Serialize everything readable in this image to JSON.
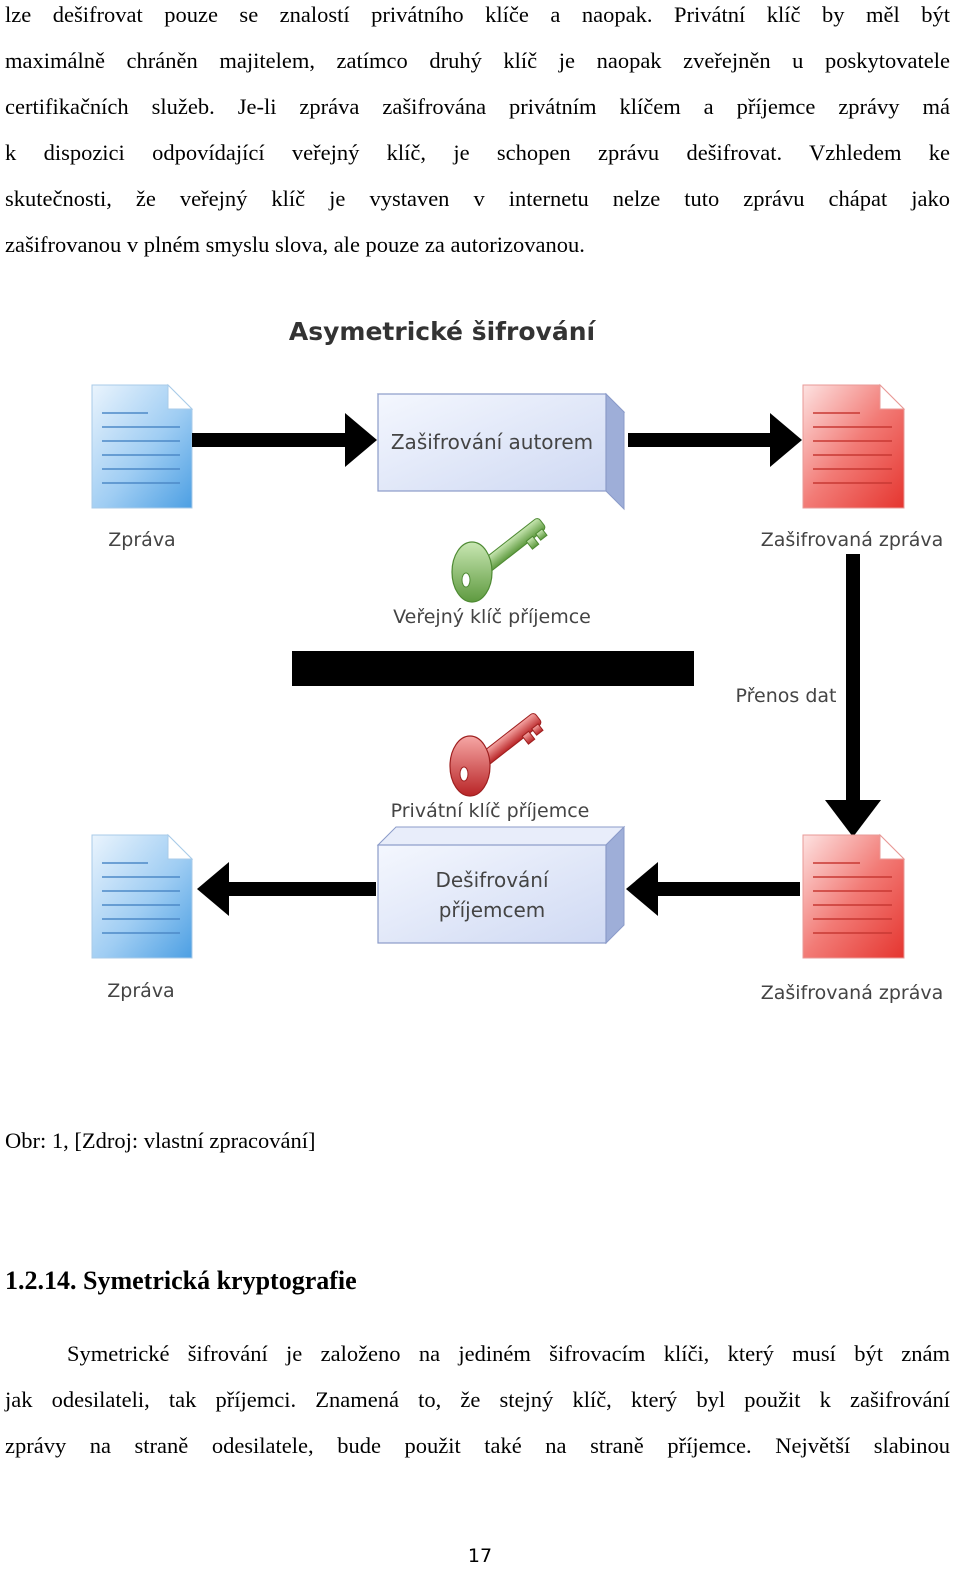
{
  "top_paragraph": {
    "lines": [
      "lze dešifrovat pouze se znalostí privátního klíče a naopak. Privátní klíč by měl být",
      "maximálně chráněn majitelem, zatímco druhý klíč je naopak zveřejněn u poskytovatele",
      "certifikačních služeb. Je-li zpráva zašifrována privátním klíčem a příjemce zprávy má",
      "k dispozici odpovídající veřejný klíč, je schopen zprávu dešifrovat. Vzhledem ke",
      "skutečnosti, že veřejný klíč je vystaven v internetu nelze tuto zprávu chápat jako",
      "zašifrovanou v plném smyslu slova, ale pouze za autorizovanou."
    ]
  },
  "figure": {
    "title": "Asymetrické šifrování",
    "encrypt_box_label": "Zašifrování autorem",
    "decrypt_box_label_1": "Dešifrování",
    "decrypt_box_label_2": "příjemcem",
    "message_label_top": "Zpráva",
    "message_label_bottom": "Zpráva",
    "encrypted_label_top": "Zašifrovaná zpráva",
    "encrypted_label_bottom": "Zašifrovaná zpráva",
    "public_key_label": "Veřejný klíč příjemce",
    "private_key_label": "Privátní klíč příjemce",
    "transfer_label": "Přenos dat",
    "colors": {
      "message_doc": "#5aa7e6",
      "encrypted_doc": "#ef4b45",
      "public_key": "#7cb55a",
      "private_key": "#d9393b",
      "box_fill": "#dbe3f7",
      "box_side": "#9aaad6",
      "arrow": "#000000"
    }
  },
  "caption": "Obr: 1, [Zdroj: vlastní zpracování]",
  "heading": "1.2.14. Symetrická kryptografie",
  "bottom_paragraph": {
    "lines": [
      "Symetrické šifrování je založeno na jediném šifrovacím klíči, který musí být znám",
      "jak odesilateli, tak příjemci. Znamená to, že stejný klíč, který byl použit k zašifrování",
      "zprávy na straně odesilatele, bude použit také na straně příjemce. Největší slabinou"
    ]
  },
  "page_number": "17"
}
